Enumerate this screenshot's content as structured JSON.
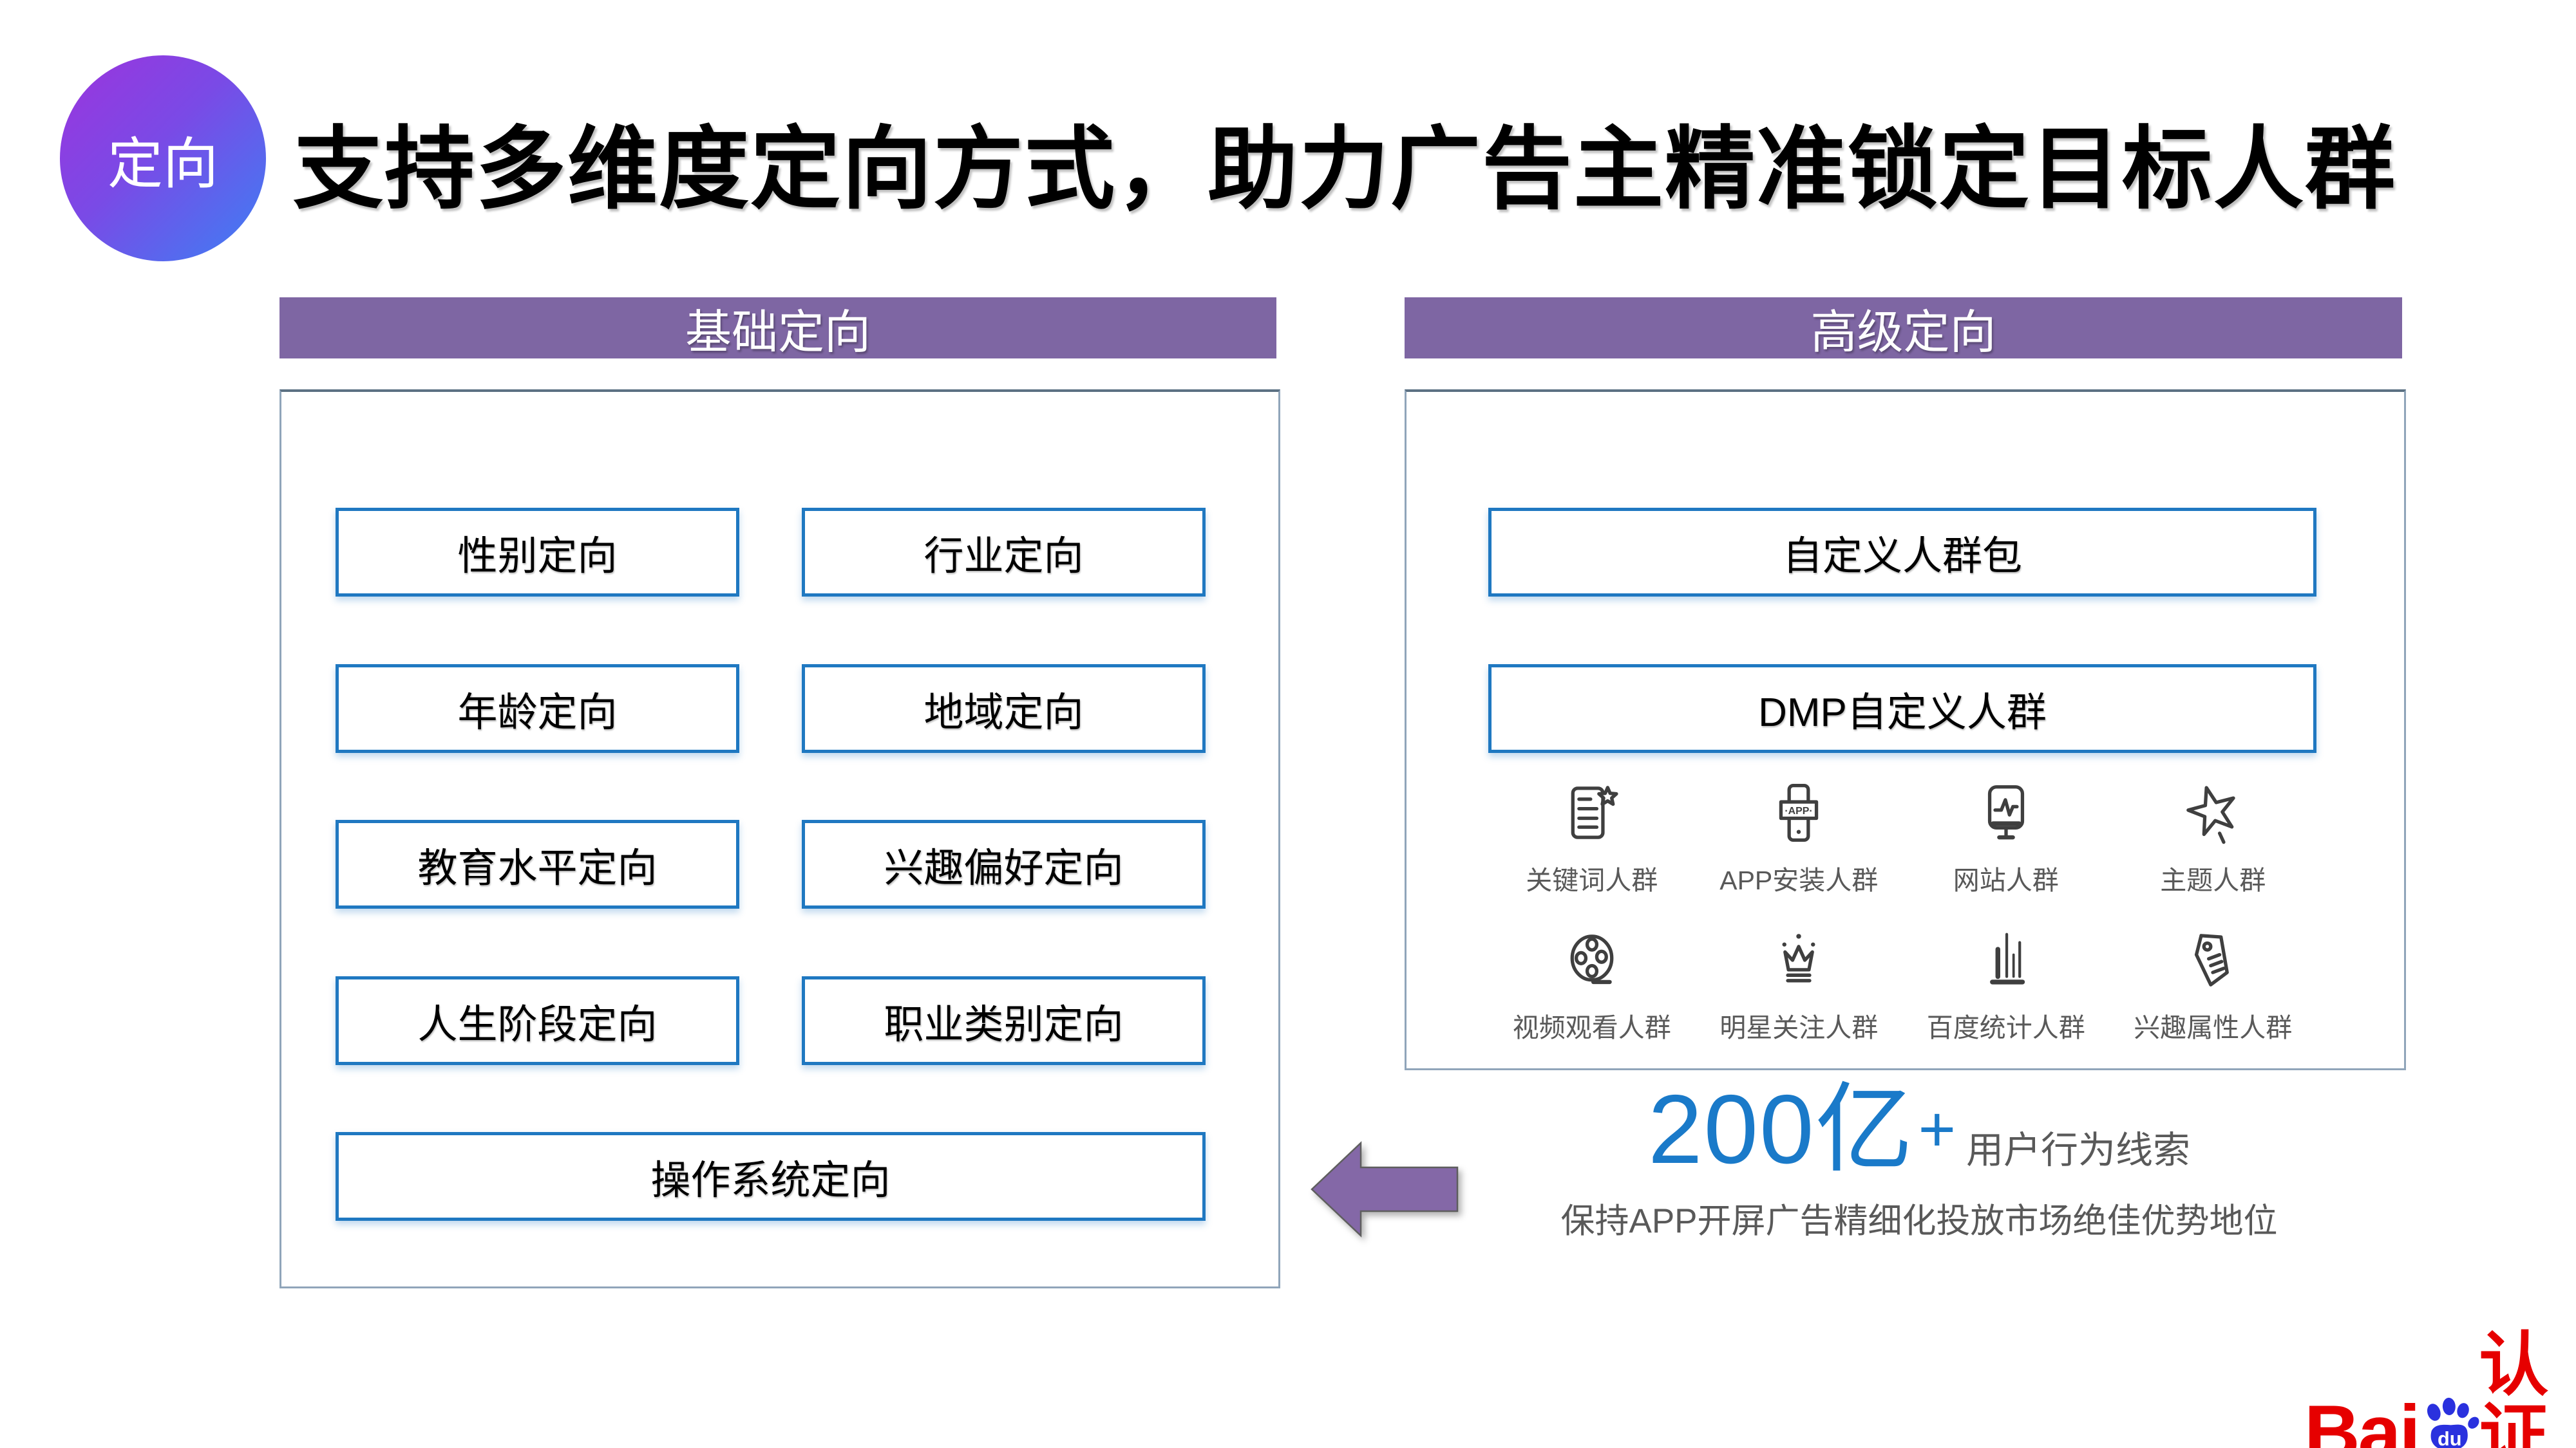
{
  "badge": {
    "label": "定向"
  },
  "title": "支持多维度定向方式，助力广告主精准锁定目标人群",
  "left_panel": {
    "header": "基础定向",
    "boxes": [
      "性别定向",
      "行业定向",
      "年龄定向",
      "地域定向",
      "教育水平定向",
      "兴趣偏好定向",
      "人生阶段定向",
      "职业类别定向",
      "操作系统定向"
    ]
  },
  "right_panel": {
    "header": "高级定向",
    "boxes": [
      "自定义人群包",
      "DMP自定义人群"
    ],
    "audience_types": [
      {
        "icon": "keyword-document-icon",
        "label": "关键词人群"
      },
      {
        "icon": "app-install-icon",
        "label": "APP安装人群",
        "icon_text": "·APP·"
      },
      {
        "icon": "website-monitor-icon",
        "label": "网站人群"
      },
      {
        "icon": "theme-star-icon",
        "label": "主题人群"
      },
      {
        "icon": "video-reel-icon",
        "label": "视频观看人群"
      },
      {
        "icon": "star-crown-icon",
        "label": "明星关注人群"
      },
      {
        "icon": "stats-bars-icon",
        "label": "百度统计人群"
      },
      {
        "icon": "interest-tag-icon",
        "label": "兴趣属性人群"
      }
    ]
  },
  "highlight": {
    "number": "200亿",
    "plus": "+",
    "suffix": "用户行为线索",
    "description": "保持APP开屏广告精细化投放市场绝佳优势地位"
  },
  "logo": {
    "bai": "Bai",
    "du": "du",
    "cert": "认证"
  },
  "colors": {
    "header_purple": "#7e66a3",
    "box_border_blue": "#1f78c1",
    "stat_blue": "#1a7ac9",
    "text_gray": "#595959",
    "baidu_red": "#e60000",
    "baidu_blue": "#2a31de",
    "badge_gradient_start": "#9c34dd",
    "badge_gradient_end": "#3c80f4",
    "arrow_purple": "#8468a7"
  }
}
